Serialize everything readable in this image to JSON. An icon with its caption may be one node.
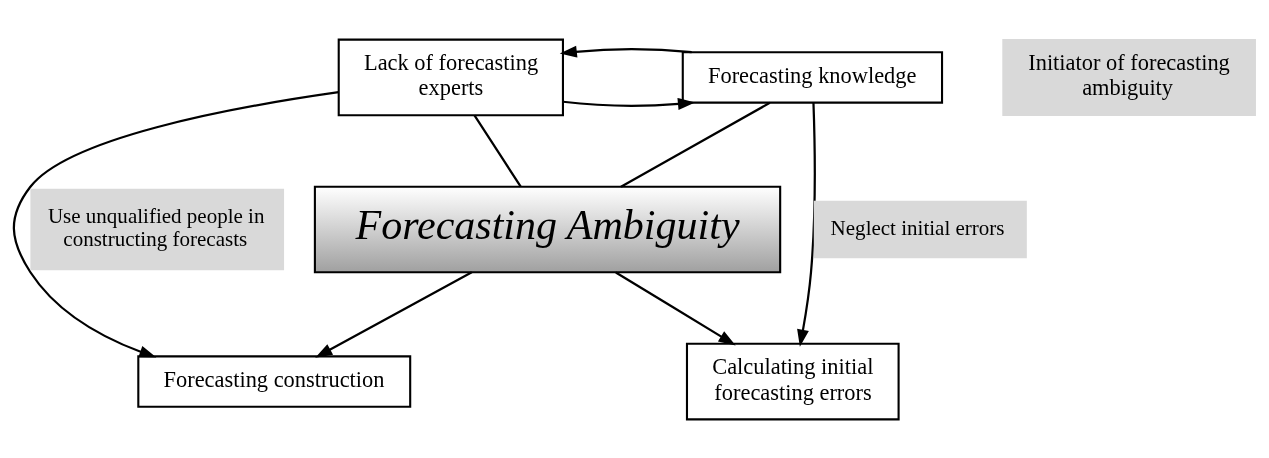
{
  "diagram": {
    "nodes": [
      {
        "text": [
          "Calculating initial forecasting errors"
        ]
      },
      {
        "text": [
          "Forecasting construction"
        ]
      },
      {
        "text": [
          "Forecasting Ambiguity"
        ]
      },
      {
        "text": [
          "Initiator of forecasting ambiguity"
        ]
      },
      {
        "text": [
          "Forecasting knowledge"
        ]
      },
      {
        "text": [
          "Lack of forecasting experts"
        ]
      }
    ],
    "edges": [
      {
        "from": 2,
        "to": 0,
        "arrow": "to"
      },
      {
        "from": 2,
        "to": 1,
        "arrow": "to"
      },
      {
        "from": 4,
        "to": 0,
        "arrow": "to",
        "label": "Neglect initial errors"
      },
      {
        "from": 5,
        "to": 1,
        "arrow": "to",
        "label": "Use unqualified people in constructing forecasts"
      },
      {
        "from": 4,
        "to": 2,
        "arrow": "none"
      },
      {
        "from": 5,
        "to": 2,
        "arrow": "none"
      },
      {
        "from": 5,
        "to": 4,
        "arrow": "to"
      },
      {
        "from": 4,
        "to": 5,
        "arrow": "to"
      }
    ]
  }
}
